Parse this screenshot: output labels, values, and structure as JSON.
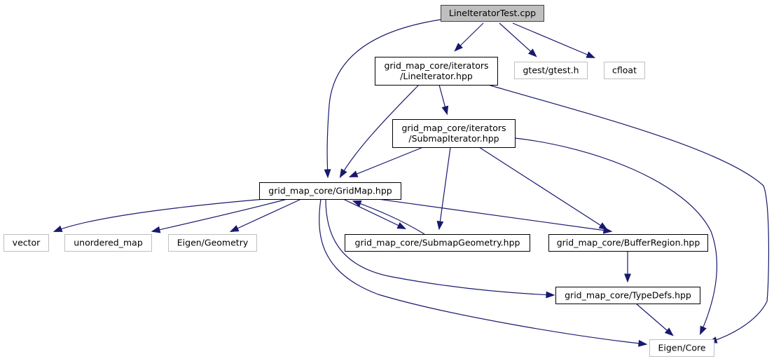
{
  "diagram": {
    "type": "include-dependency-graph",
    "root": "LineIteratorTest.cpp",
    "colors": {
      "edge": "#191970",
      "root_fill": "#bfbfbf",
      "root_border": "#404040",
      "documented_border": "#000000",
      "external_border": "#bfbfbf",
      "node_fill": "#ffffff"
    },
    "nodes": [
      {
        "id": "root",
        "lines": [
          "LineIteratorTest.cpp"
        ],
        "kind": "root"
      },
      {
        "id": "lineiter",
        "lines": [
          "grid_map_core/iterators",
          "/LineIterator.hpp"
        ],
        "kind": "documented"
      },
      {
        "id": "gtest",
        "lines": [
          "gtest/gtest.h"
        ],
        "kind": "external"
      },
      {
        "id": "cfloat",
        "lines": [
          "cfloat"
        ],
        "kind": "external"
      },
      {
        "id": "submapiter",
        "lines": [
          "grid_map_core/iterators",
          "/SubmapIterator.hpp"
        ],
        "kind": "documented"
      },
      {
        "id": "gridmap",
        "lines": [
          "grid_map_core/GridMap.hpp"
        ],
        "kind": "documented"
      },
      {
        "id": "vector",
        "lines": [
          "vector"
        ],
        "kind": "external"
      },
      {
        "id": "umap",
        "lines": [
          "unordered_map"
        ],
        "kind": "external"
      },
      {
        "id": "egeom",
        "lines": [
          "Eigen/Geometry"
        ],
        "kind": "external"
      },
      {
        "id": "submapgeom",
        "lines": [
          "grid_map_core/SubmapGeometry.hpp"
        ],
        "kind": "documented"
      },
      {
        "id": "bufreg",
        "lines": [
          "grid_map_core/BufferRegion.hpp"
        ],
        "kind": "documented"
      },
      {
        "id": "typedefs",
        "lines": [
          "grid_map_core/TypeDefs.hpp"
        ],
        "kind": "documented"
      },
      {
        "id": "ecore",
        "lines": [
          "Eigen/Core"
        ],
        "kind": "external"
      }
    ],
    "edges": [
      {
        "from": "root",
        "to": "lineiter"
      },
      {
        "from": "root",
        "to": "gtest"
      },
      {
        "from": "root",
        "to": "cfloat"
      },
      {
        "from": "root",
        "to": "gridmap"
      },
      {
        "from": "lineiter",
        "to": "gridmap"
      },
      {
        "from": "lineiter",
        "to": "submapiter"
      },
      {
        "from": "lineiter",
        "to": "ecore"
      },
      {
        "from": "submapiter",
        "to": "gridmap"
      },
      {
        "from": "submapiter",
        "to": "submapgeom"
      },
      {
        "from": "submapiter",
        "to": "bufreg"
      },
      {
        "from": "submapiter",
        "to": "ecore"
      },
      {
        "from": "gridmap",
        "to": "vector"
      },
      {
        "from": "gridmap",
        "to": "umap"
      },
      {
        "from": "gridmap",
        "to": "egeom"
      },
      {
        "from": "gridmap",
        "to": "submapgeom"
      },
      {
        "from": "gridmap",
        "to": "bufreg"
      },
      {
        "from": "gridmap",
        "to": "typedefs"
      },
      {
        "from": "gridmap",
        "to": "ecore"
      },
      {
        "from": "submapgeom",
        "to": "gridmap"
      },
      {
        "from": "bufreg",
        "to": "typedefs"
      },
      {
        "from": "typedefs",
        "to": "ecore"
      }
    ]
  }
}
